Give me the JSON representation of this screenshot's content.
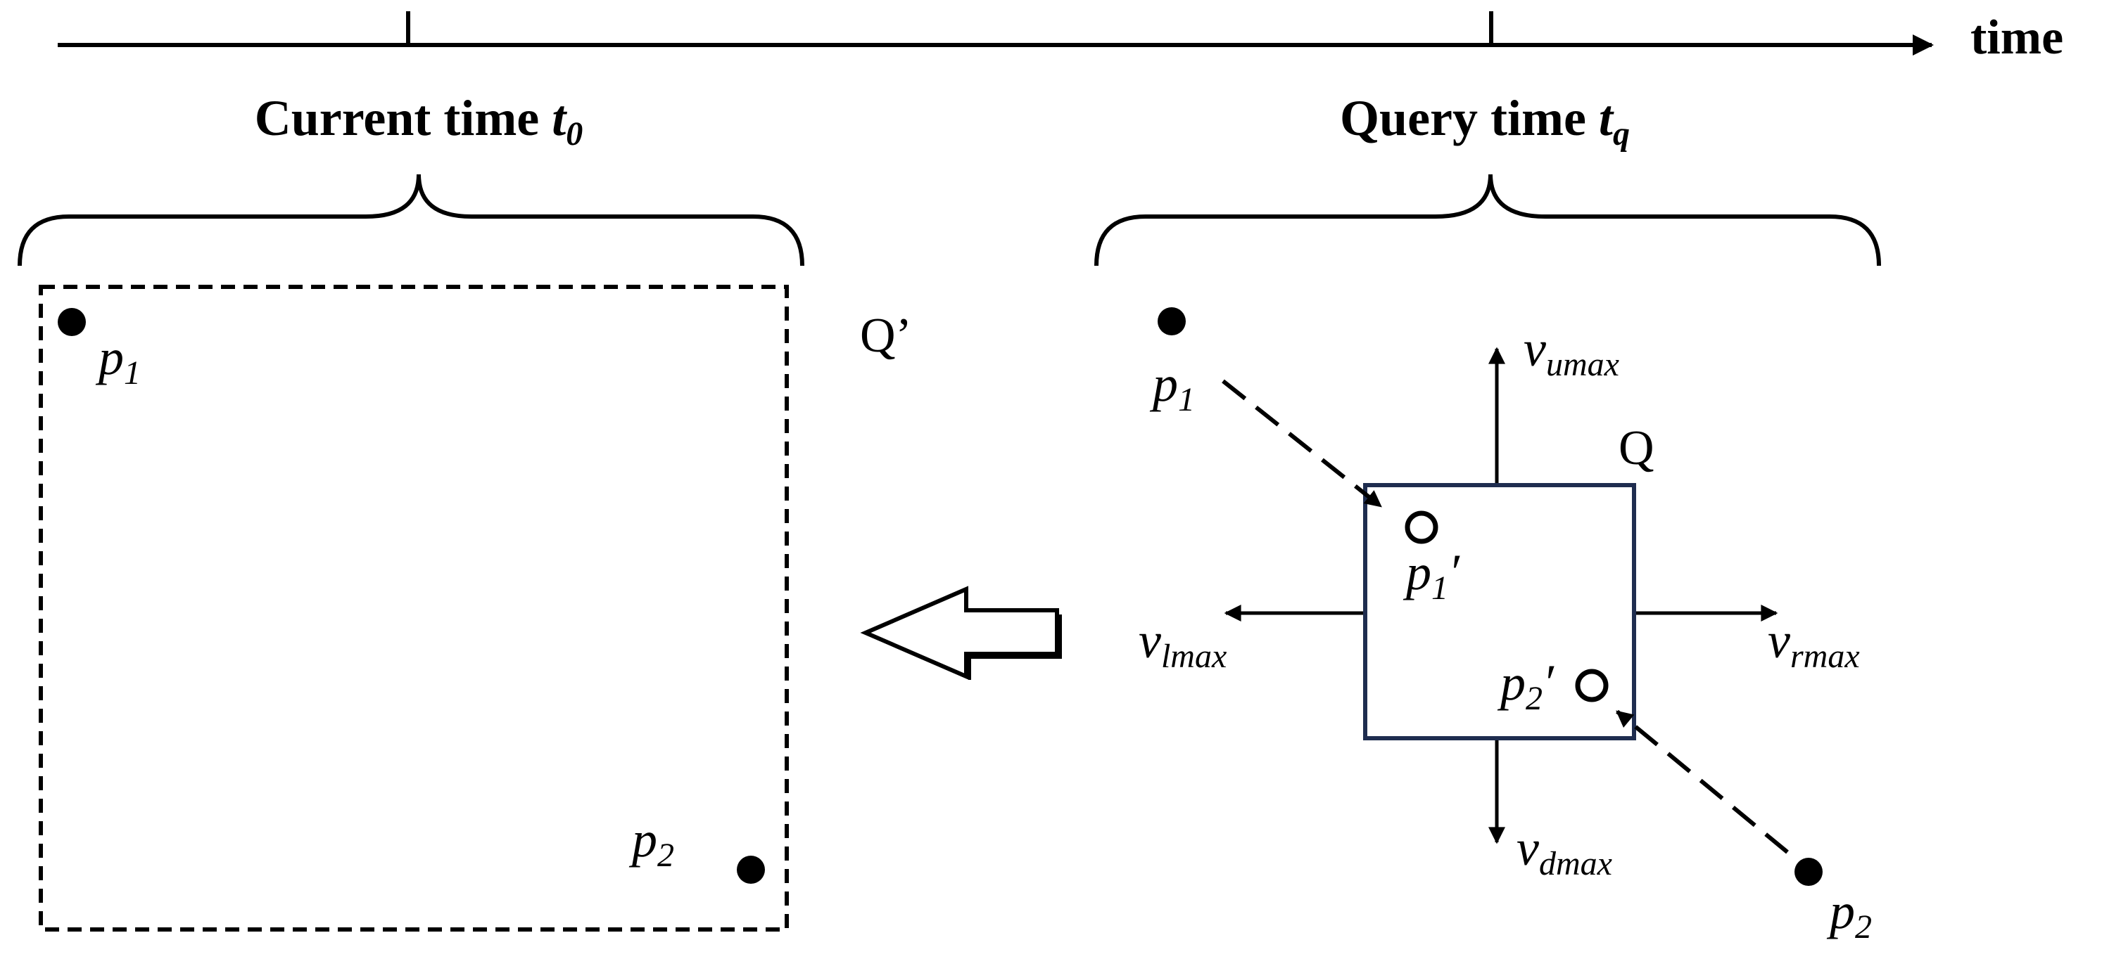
{
  "timeline": {
    "axis_label": "time",
    "current": {
      "text": "Current time ",
      "var": "t",
      "sub": "0"
    },
    "query": {
      "text": "Query time ",
      "var": "t",
      "sub": "q"
    }
  },
  "left_panel": {
    "region_label": "Q’",
    "p1": {
      "var": "p",
      "sub": "1"
    },
    "p2": {
      "var": "p",
      "sub": "2"
    }
  },
  "right_panel": {
    "region_label": "Q",
    "p1": {
      "var": "p",
      "sub": "1"
    },
    "p2": {
      "var": "p",
      "sub": "2"
    },
    "p1_prime": {
      "var": "p",
      "sub": "1",
      "prime": "′"
    },
    "p2_prime": {
      "var": "p",
      "sub": "2",
      "prime": "′"
    },
    "v_up": {
      "var": "v",
      "sub": "umax"
    },
    "v_down": {
      "var": "v",
      "sub": "dmax"
    },
    "v_left": {
      "var": "v",
      "sub": "lmax"
    },
    "v_right": {
      "var": "v",
      "sub": "rmax"
    }
  },
  "colors": {
    "ink": "#000000",
    "query_box": "#1f2d4f",
    "background": "#ffffff"
  }
}
